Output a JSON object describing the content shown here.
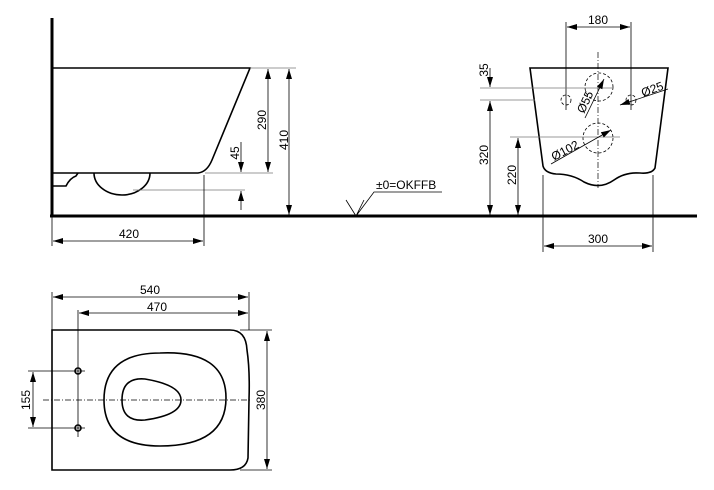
{
  "side_view": {
    "dim_height_bowl": "290",
    "dim_height_total": "410",
    "dim_offset": "45",
    "dim_projection": "420",
    "floor_label": "±0=OKFFB"
  },
  "front_view": {
    "dim_bolt_spacing": "180",
    "dim_top_offset": "35",
    "dim_bolt_height": "320",
    "dim_outlet_height": "220",
    "dim_width": "300",
    "dia_bolt": "Ø25",
    "dia_inlet": "Ø55",
    "dia_outlet": "Ø102"
  },
  "top_view": {
    "dim_length": "540",
    "dim_bolt_to_front": "470",
    "dim_bolt_spacing": "155",
    "dim_width": "380"
  }
}
